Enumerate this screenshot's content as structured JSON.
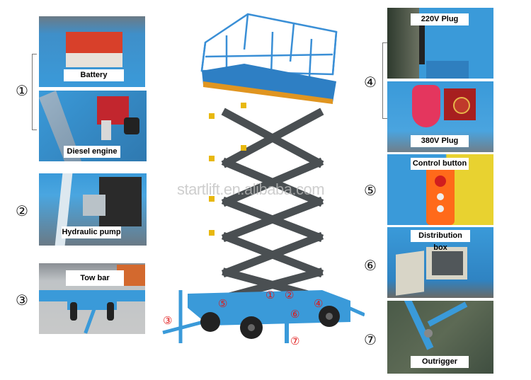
{
  "callouts": {
    "1": "①",
    "2": "②",
    "3": "③",
    "4": "④",
    "5": "⑤",
    "6": "⑥",
    "7": "⑦"
  },
  "left_panels": [
    {
      "label": "Battery"
    },
    {
      "label": "Diesel engine"
    },
    {
      "label": "Hydraulic pump"
    },
    {
      "label": "Tow bar"
    }
  ],
  "right_panels": [
    {
      "label": "220V Plug"
    },
    {
      "label": "380V Plug"
    },
    {
      "label": "Control button"
    },
    {
      "label": "Distribution box"
    },
    {
      "label": "Outrigger"
    }
  ],
  "watermark": "startlift.en.alibaba.com",
  "colors": {
    "machine_blue": "#3a9ad9",
    "scissor_gray": "#4a4f52",
    "callout_red": "#e01818"
  }
}
